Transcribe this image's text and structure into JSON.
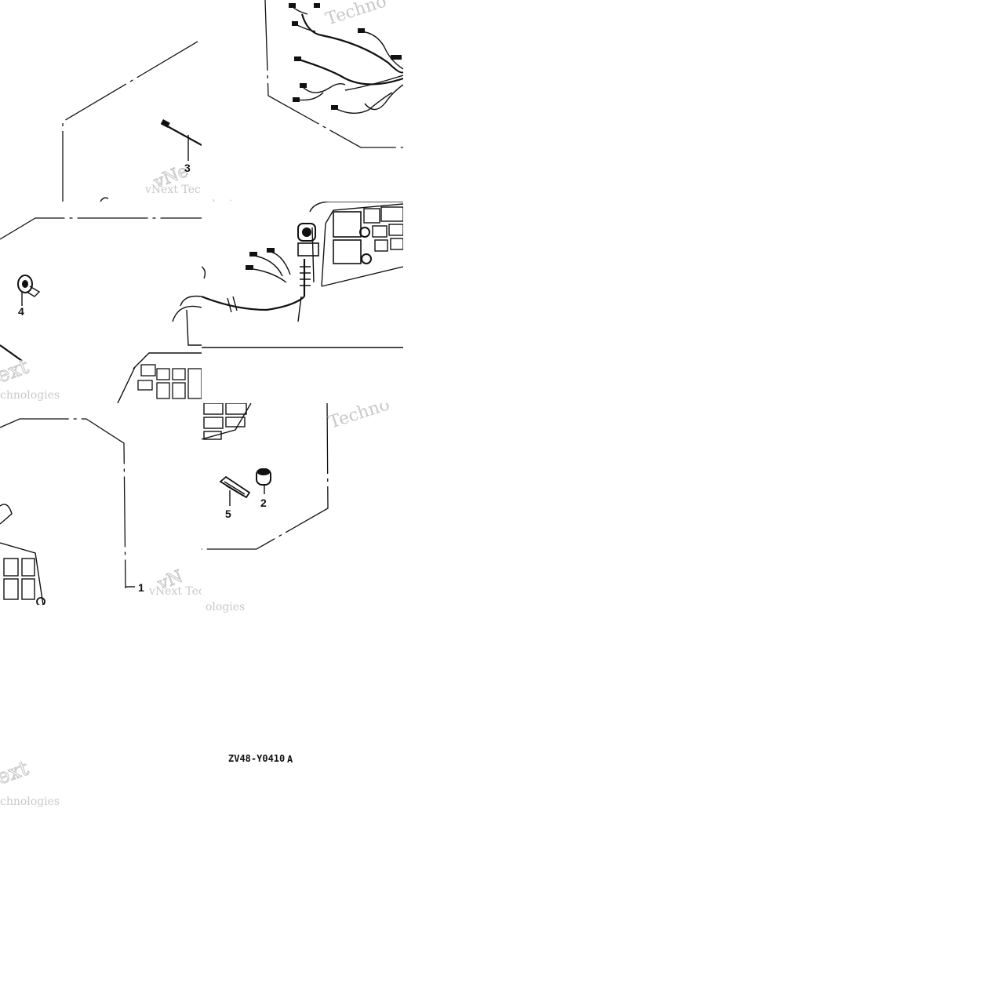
{
  "callouts": {
    "part1": "1",
    "part2": "2",
    "part3": "3",
    "part4": "4",
    "part5": "5"
  },
  "watermarks": {
    "brand": "vNext Technologies",
    "brand_short": "vNext Tec",
    "fragment_a": "Techno",
    "fragment_b": "ext",
    "fragment_c": "chnologies",
    "fragment_d": "ologies",
    "fragment_e": "Techno",
    "fragment_f": "chnologies",
    "fragment_g": "ologies",
    "fragment_h": "vN",
    "fragment_i": "vNe"
  },
  "diagram_code": {
    "main": "ZV48-Y0410",
    "suffix": "A"
  },
  "colors": {
    "ink": "#111111",
    "watermark": "#c8c8c8",
    "background": "#ffffff"
  }
}
